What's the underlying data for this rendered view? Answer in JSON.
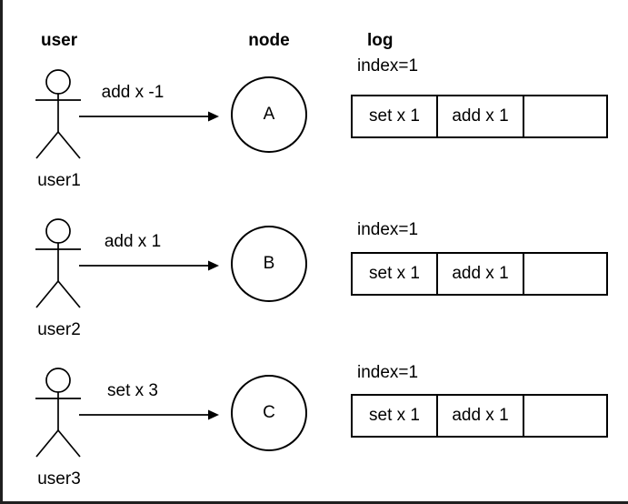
{
  "diagram": {
    "headers": {
      "user": "user",
      "node": "node",
      "log": "log"
    },
    "colors": {
      "stroke": "#000000",
      "background": "#ffffff",
      "frame": "#1f1f1f"
    },
    "rows": [
      {
        "user_label": "user1",
        "message": "add x -1",
        "node_label": "A",
        "log": {
          "index_label": "index=1",
          "cells": [
            "set x 1",
            "add x 1",
            ""
          ]
        }
      },
      {
        "user_label": "user2",
        "message": "add x 1",
        "node_label": "B",
        "log": {
          "index_label": "index=1",
          "cells": [
            "set x 1",
            "add x 1",
            ""
          ]
        }
      },
      {
        "user_label": "user3",
        "message": "set x 3",
        "node_label": "C",
        "log": {
          "index_label": "index=1",
          "cells": [
            "set x 1",
            "add x 1",
            ""
          ]
        }
      }
    ]
  }
}
